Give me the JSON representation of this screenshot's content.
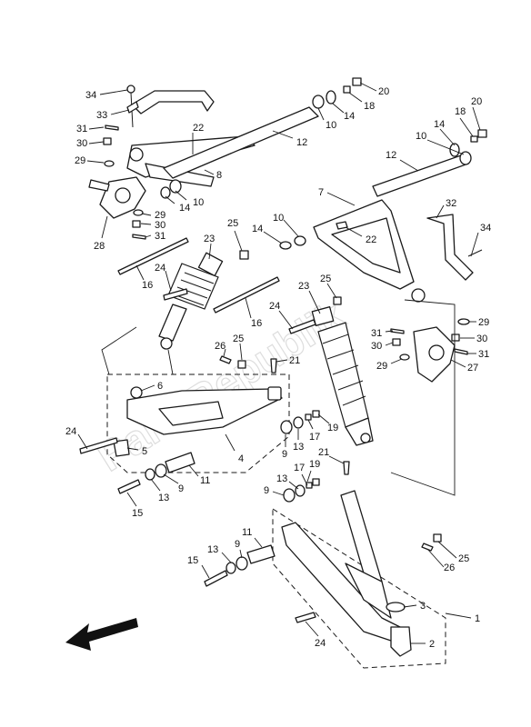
{
  "watermark": "PartsRepublik",
  "callouts": {
    "n1": "1",
    "n2": "2",
    "n3": "3",
    "n4": "4",
    "n5": "5",
    "n6": "6",
    "n7": "7",
    "n8": "8",
    "n9": "9",
    "n10": "10",
    "n11": "11",
    "n12": "12",
    "n13": "13",
    "n14": "14",
    "n15": "15",
    "n16": "16",
    "n17": "17",
    "n18": "18",
    "n19": "19",
    "n20": "20",
    "n21": "21",
    "n22": "22",
    "n23": "23",
    "n24": "24",
    "n25": "25",
    "n26": "26",
    "n27": "27",
    "n28": "28",
    "n29": "29",
    "n30": "30",
    "n31": "31",
    "n32": "32",
    "n33": "33",
    "n34": "34"
  },
  "colors": {
    "line": "#1a1a1a",
    "watermark": "#cfcfcf",
    "background": "#ffffff"
  },
  "icons": {
    "direction": "front-arrow-icon"
  }
}
